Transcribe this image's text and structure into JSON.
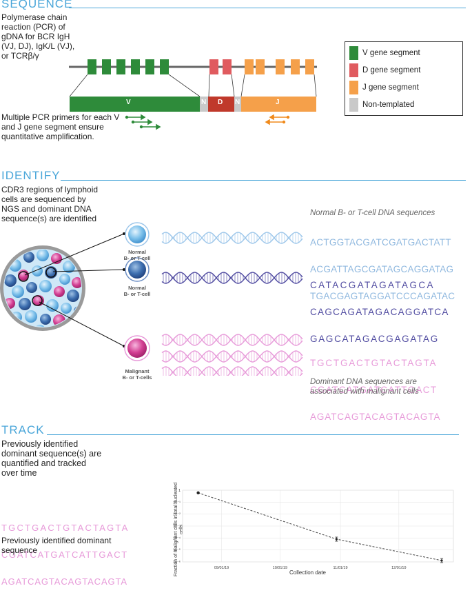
{
  "sections": {
    "sequence": {
      "heading": "SEQUENCE",
      "description": "Polymerase chain reaction (PCR) of gDNA for BCR IgH (VJ, DJ), IgK/L (VJ), or TCRβ/γ",
      "primer_note": "Multiple PCR primers for each V and J gene segment ensure quantitative amplification.",
      "segment_labels": {
        "v": "V",
        "n1": "N",
        "d": "D",
        "n2": "N",
        "j": "J"
      }
    },
    "identify": {
      "heading": "IDENTIFY",
      "description": "CDR3 regions of lymphoid cells are sequenced by NGS and dominant DNA sequence(s) are identified",
      "normal_caption": "Normal B- or T-cell DNA sequences",
      "dominant_caption": "Dominant DNA sequences are associated with malignant cells",
      "cells": [
        {
          "label_line1": "Normal",
          "label_line2": "B- or T-cell"
        },
        {
          "label_line1": "Normal",
          "label_line2": "B- or T-cell"
        },
        {
          "label_line1": "Malignant",
          "label_line2": "B- or T-cells"
        }
      ],
      "sequences": {
        "normal1": [
          "ACTGGTACGATCGATGACTATT",
          "ACGATTAGCGATAGCAGGATAG",
          "TGACGAGTAGGATCCCAGATAC"
        ],
        "normal2": [
          "CATACGATAGATAGCA",
          "CAGCAGATAGACAGGATCA",
          "GAGCATAGACGAGATAG"
        ],
        "malignant": [
          "TGCTGACTGTACTAGTA",
          "CGATCATGATCATTGACT",
          "AGATCAGTACAGTACAGTA"
        ]
      }
    },
    "track": {
      "heading": "TRACK",
      "description": "Previously identified dominant sequence(s) are quantified and tracked over time",
      "sequences": [
        "TGCTGACTGTACTAGTA",
        "CGATCATGATCATTGACT",
        "AGATCAGTACAGTACAGTA"
      ],
      "sequence_caption": "Previously identified dominant sequence"
    }
  },
  "legend": [
    {
      "label": "V gene segment",
      "color": "#2e8b3a"
    },
    {
      "label": "D gene segment",
      "color": "#e05b5f"
    },
    {
      "label": "J gene segment",
      "color": "#f5a04a"
    },
    {
      "label": "Non-templated",
      "color": "#c9c9c9"
    }
  ],
  "colors": {
    "accent": "#4aa6d9",
    "v_segment": "#2e8b3a",
    "d_segment": "#e05b5f",
    "j_segment": "#f5a04a",
    "n_segment": "#c9c9c9",
    "normal_dna_light": "#9cc6ea",
    "normal_dna_dark": "#4f4aa0",
    "malignant_dna": "#e79ad9"
  },
  "chart_data": {
    "type": "line",
    "ylabel": "Fraction of malignant cells in total nucleated cells",
    "xlabel": "Collection date",
    "x_tick_labels": [
      "09/01/19",
      "10/01/19",
      "11/01/19",
      "12/01/19"
    ],
    "y_tick_labels": [
      "1",
      "10⁻¹",
      "10⁻²",
      "10⁻³",
      "10⁻⁴",
      "10⁻⁵",
      "10⁻⁶"
    ],
    "y_scale": "log",
    "ylim": [
      1e-06,
      1
    ],
    "xlim": [
      "2019-08-12",
      "2019-12-29"
    ],
    "x": [
      "2019-08-20",
      "2019-10-30",
      "2019-12-23"
    ],
    "values": [
      0.6,
      8e-05,
      1.3e-06
    ],
    "grid": true
  }
}
